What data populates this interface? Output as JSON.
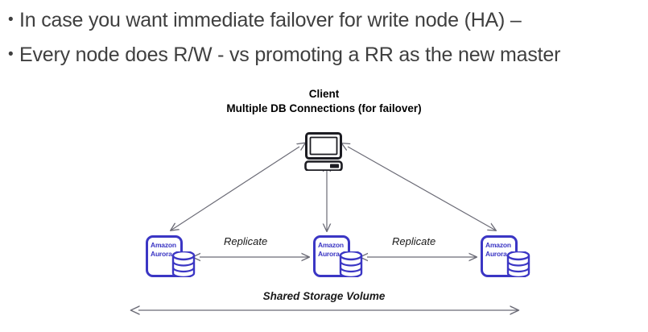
{
  "slide": {
    "bullets": [
      {
        "marker": "•",
        "text": "In case you want immediate failover for write node (HA) –"
      },
      {
        "marker": "•",
        "text": "Every node does R/W - vs promoting a RR as the new master"
      }
    ],
    "diagram": {
      "client": {
        "title": "Client",
        "subtitle": "Multiple DB Connections (for failover)",
        "icon": "desktop-computer-icon"
      },
      "nodes": [
        {
          "id": "left",
          "line1": "Amazon",
          "line2": "Aurora",
          "icon": "database-cylinder-icon"
        },
        {
          "id": "middle",
          "line1": "Amazon",
          "line2": "Aurora",
          "icon": "database-cylinder-icon"
        },
        {
          "id": "right",
          "line1": "Amazon",
          "line2": "Aurora",
          "icon": "database-cylinder-icon"
        }
      ],
      "edge_labels": {
        "replicate_left": "Replicate",
        "replicate_right": "Replicate",
        "shared_storage": "Shared Storage Volume"
      }
    },
    "colors": {
      "aurora_blue": "#3B36C4",
      "arrow_gray": "#6B6B76",
      "bullet_text": "#3f3f3f",
      "background": "#ffffff"
    }
  }
}
